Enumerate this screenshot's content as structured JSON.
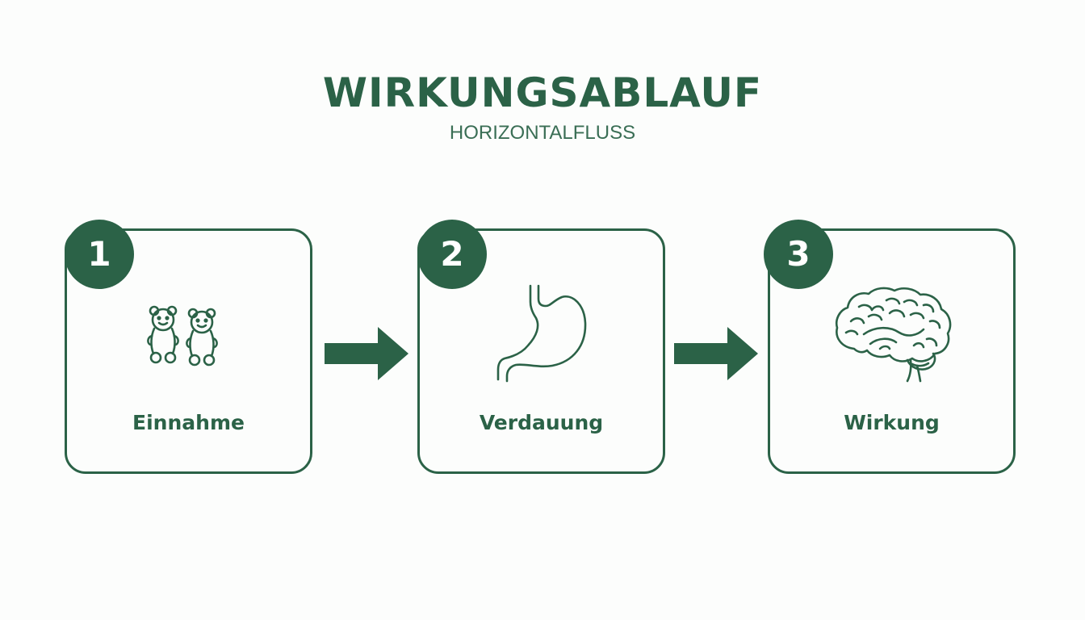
{
  "header": {
    "title": "WIRKUNGSABLAUF",
    "subtitle": "HORIZONTALFLUSS"
  },
  "steps": [
    {
      "number": "1",
      "label": "Einnahme",
      "icon": "gummy-bears-icon"
    },
    {
      "number": "2",
      "label": "Verdauung",
      "icon": "stomach-icon"
    },
    {
      "number": "3",
      "label": "Wirkung",
      "icon": "brain-icon"
    }
  ],
  "colors": {
    "primary": "#2b6247",
    "background": "#fcfdfc"
  }
}
